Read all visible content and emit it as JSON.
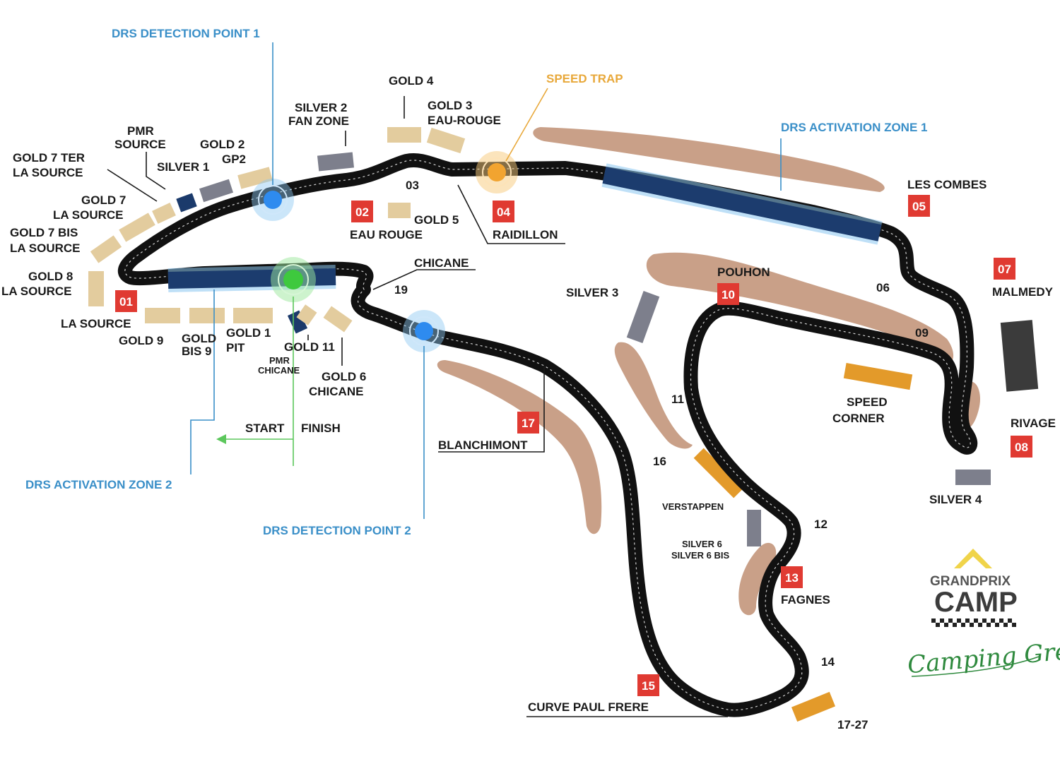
{
  "colors": {
    "track": "#111111",
    "drs_zone": "#1c3c6e",
    "drs_glow": "#8cc7f2",
    "drs_point_blue": "#2e8bef",
    "drs_point_green": "#3ec93e",
    "speed_trap": "#f2a430",
    "turn_marker": "#e03a32",
    "grandstand_gold": "#e3cc9e",
    "grandstand_silver": "#7d7f8c",
    "runoff": "#c9a088",
    "logo_green": "#2f8a3e"
  },
  "turns": [
    {
      "id": "t01",
      "number": "01"
    },
    {
      "id": "t02",
      "number": "02"
    },
    {
      "id": "t04",
      "number": "04"
    },
    {
      "id": "t05",
      "number": "05"
    },
    {
      "id": "t07",
      "number": "07"
    },
    {
      "id": "t08",
      "number": "08"
    },
    {
      "id": "t10",
      "number": "10"
    },
    {
      "id": "t13",
      "number": "13"
    },
    {
      "id": "t15",
      "number": "15"
    },
    {
      "id": "t17",
      "number": "17"
    }
  ],
  "turn_numbers_plain": {
    "t03": "03",
    "t06": "06",
    "t09": "09",
    "t11": "11",
    "t12": "12",
    "t14": "14",
    "t16": "16",
    "t19": "19",
    "t1727": "17-27"
  },
  "corners": {
    "la_source": "LA SOURCE",
    "eau_rouge": "EAU ROUGE",
    "raidillon": "RAIDILLON",
    "les_combes": "LES COMBES",
    "malmedy": "MALMEDY",
    "rivage": "RIVAGE",
    "pouhon": "POUHON",
    "speed_corner_1": "SPEED",
    "speed_corner_2": "CORNER",
    "fagnes": "FAGNES",
    "curve_paul_frere": "CURVE PAUL FRERE",
    "blanchimont": "BLANCHIMONT",
    "chicane": "CHICANE",
    "verstappen": "VERSTAPPEN"
  },
  "grandstands": {
    "gold7ter_1": "GOLD 7 TER",
    "gold7ter_2": "LA SOURCE",
    "pmr_source_1": "PMR",
    "pmr_source_2": "SOURCE",
    "silver1": "SILVER 1",
    "gold2_1": "GOLD 2",
    "gold2_2": "GP2",
    "silver2_1": "SILVER 2",
    "silver2_2": "FAN ZONE",
    "gold4": "GOLD 4",
    "gold3_1": "GOLD 3",
    "gold3_2": "EAU-ROUGE",
    "gold5": "GOLD 5",
    "gold7_1": "GOLD 7",
    "gold7_2": "LA SOURCE",
    "gold7bis_1": "GOLD 7 BIS",
    "gold7bis_2": "LA SOURCE",
    "gold8_1": "GOLD 8",
    "gold8_2": "LA SOURCE",
    "gold9": "GOLD 9",
    "goldbis9_1": "GOLD",
    "goldbis9_2": "BIS 9",
    "gold1_1": "GOLD 1",
    "gold1_2": "PIT",
    "gold11": "GOLD 11",
    "pmr_chicane_1": "PMR",
    "pmr_chicane_2": "CHICANE",
    "gold6_1": "GOLD 6",
    "gold6_2": "CHICANE",
    "silver3": "SILVER 3",
    "silver4": "SILVER 4",
    "silver6_1": "SILVER 6",
    "silver6_2": "SILVER 6 BIS"
  },
  "drs": {
    "detection_1": "DRS DETECTION POINT 1",
    "detection_2": "DRS DETECTION POINT 2",
    "activation_1": "DRS ACTIVATION ZONE 1",
    "activation_2": "DRS ACTIVATION ZONE 2"
  },
  "speed_trap": "SPEED TRAP",
  "start": "START",
  "finish": "FINISH",
  "logo": {
    "line1": "GRANDPRIX",
    "line2": "CAMP",
    "script": "Camping Green"
  }
}
